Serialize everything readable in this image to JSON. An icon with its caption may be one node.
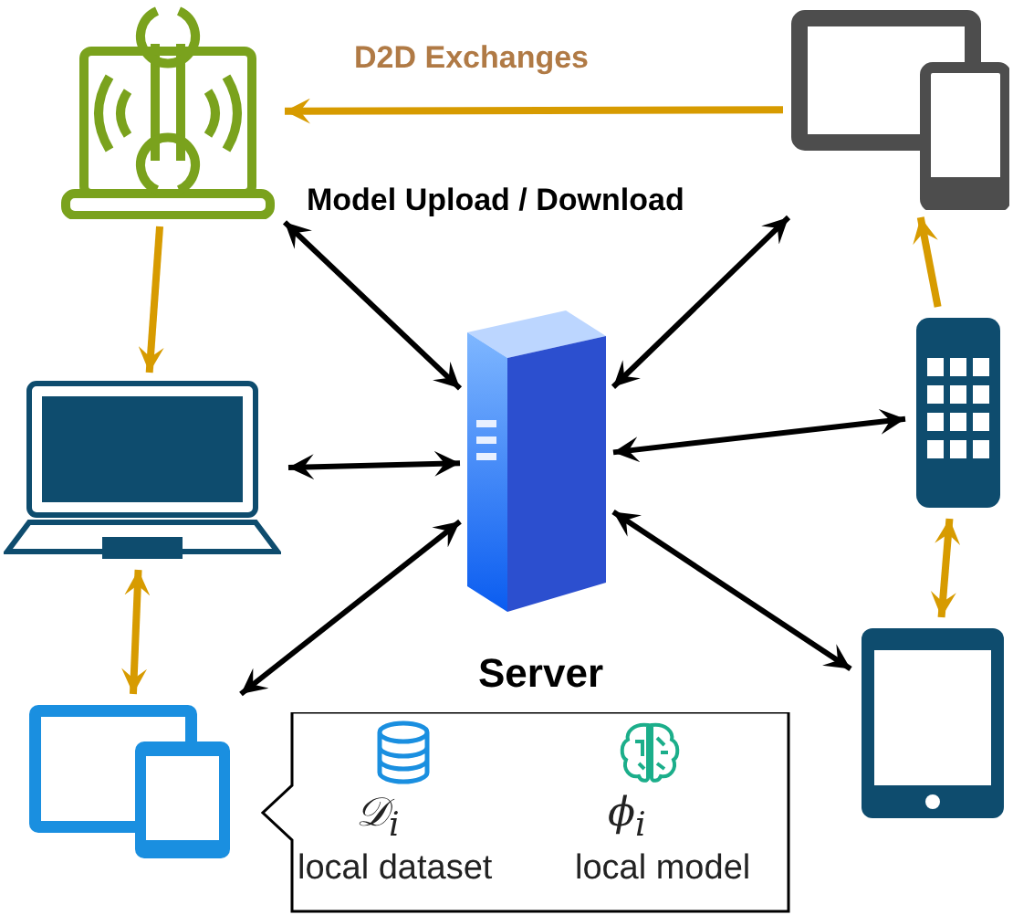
{
  "diagram": {
    "nodes": [
      {
        "text": [],
        "shape": "laptop"
      },
      {
        "text": [],
        "shape": "monitor"
      },
      {
        "text": [],
        "shape": "laptop"
      },
      {
        "text": [],
        "shape": "server",
        "beside": [
          "Server"
        ]
      },
      {
        "text": [],
        "shape": "phone"
      },
      {
        "text": [],
        "shape": "tablet"
      },
      {
        "text": [],
        "shape": "tablet"
      },
      {
        "text": [
          "𝒟$_{i}$",
          "local dataset",
          "ϕ$_{i}$",
          "local model"
        ]
      }
    ],
    "edges": [
      {
        "from": 1,
        "to": 0,
        "arrow": "to",
        "label": "D2D Exchanges",
        "color": "#d79b00"
      },
      {
        "from": 0,
        "to": 2,
        "arrow": "to",
        "color": "#d79b00"
      },
      {
        "from": 4,
        "to": 1,
        "arrow": "to",
        "color": "#d79b00"
      },
      {
        "from": 2,
        "to": 5,
        "arrow": "both",
        "color": "#d79b00"
      },
      {
        "from": 4,
        "to": 6,
        "arrow": "both",
        "color": "#d79b00"
      },
      {
        "from": 3,
        "to": 0,
        "arrow": "both"
      },
      {
        "from": 3,
        "to": 1,
        "arrow": "both"
      },
      {
        "from": 3,
        "to": 2,
        "arrow": "both"
      },
      {
        "from": 3,
        "to": 4,
        "arrow": "both"
      },
      {
        "from": 3,
        "to": 5,
        "arrow": "both"
      },
      {
        "from": 3,
        "to": 6,
        "arrow": "both"
      }
    ],
    "labels": [
      "Model Upload / Download"
    ]
  }
}
